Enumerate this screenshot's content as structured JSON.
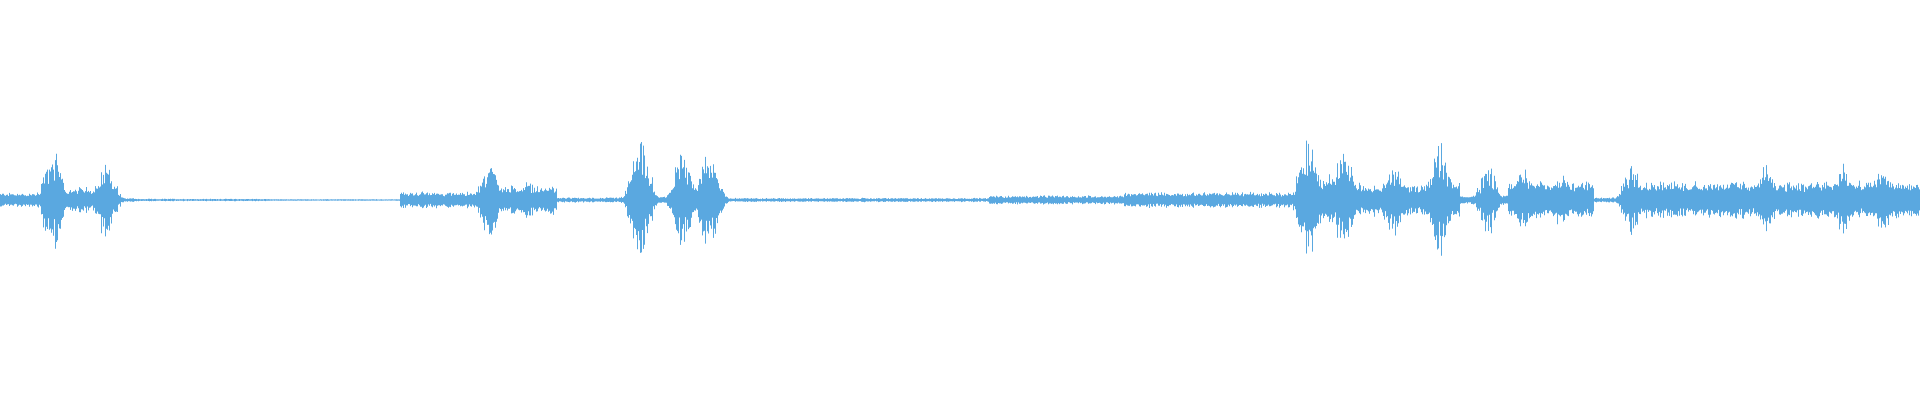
{
  "waveform": {
    "color": "#5aa8e0",
    "background": "#ffffff",
    "baseline_amplitude": 0.012,
    "segments": [
      {
        "start": 0.0,
        "end": 0.022,
        "level": 0.035
      },
      {
        "start": 0.022,
        "end": 0.032,
        "level": 0.06
      },
      {
        "start": 0.032,
        "end": 0.055,
        "level": 0.055
      },
      {
        "start": 0.055,
        "end": 0.07,
        "level": 0.01
      },
      {
        "start": 0.07,
        "end": 0.14,
        "level": 0.006
      },
      {
        "start": 0.14,
        "end": 0.208,
        "level": 0.004
      },
      {
        "start": 0.208,
        "end": 0.25,
        "level": 0.04
      },
      {
        "start": 0.25,
        "end": 0.29,
        "level": 0.07
      },
      {
        "start": 0.29,
        "end": 0.33,
        "level": 0.012
      },
      {
        "start": 0.33,
        "end": 0.34,
        "level": 0.12
      },
      {
        "start": 0.34,
        "end": 0.35,
        "level": 0.015
      },
      {
        "start": 0.35,
        "end": 0.374,
        "level": 0.06
      },
      {
        "start": 0.374,
        "end": 0.515,
        "level": 0.01
      },
      {
        "start": 0.515,
        "end": 0.585,
        "level": 0.022
      },
      {
        "start": 0.585,
        "end": 0.675,
        "level": 0.038
      },
      {
        "start": 0.675,
        "end": 0.705,
        "level": 0.12
      },
      {
        "start": 0.705,
        "end": 0.76,
        "level": 0.08
      },
      {
        "start": 0.76,
        "end": 0.785,
        "level": 0.02
      },
      {
        "start": 0.785,
        "end": 0.83,
        "level": 0.09
      },
      {
        "start": 0.83,
        "end": 0.845,
        "level": 0.012
      },
      {
        "start": 0.845,
        "end": 1.0,
        "level": 0.09
      }
    ],
    "peaks": [
      {
        "x": 0.027,
        "amp": 0.26
      },
      {
        "x": 0.043,
        "amp": 0.07
      },
      {
        "x": 0.055,
        "amp": 0.21
      },
      {
        "x": 0.255,
        "amp": 0.2
      },
      {
        "x": 0.275,
        "amp": 0.09
      },
      {
        "x": 0.333,
        "amp": 0.3
      },
      {
        "x": 0.355,
        "amp": 0.23
      },
      {
        "x": 0.369,
        "amp": 0.28
      },
      {
        "x": 0.681,
        "amp": 0.3
      },
      {
        "x": 0.7,
        "amp": 0.27
      },
      {
        "x": 0.725,
        "amp": 0.19
      },
      {
        "x": 0.75,
        "amp": 0.29
      },
      {
        "x": 0.775,
        "amp": 0.17
      },
      {
        "x": 0.793,
        "amp": 0.16
      },
      {
        "x": 0.813,
        "amp": 0.13
      },
      {
        "x": 0.85,
        "amp": 0.18
      },
      {
        "x": 0.92,
        "amp": 0.17
      },
      {
        "x": 0.96,
        "amp": 0.19
      },
      {
        "x": 0.98,
        "amp": 0.17
      }
    ]
  }
}
